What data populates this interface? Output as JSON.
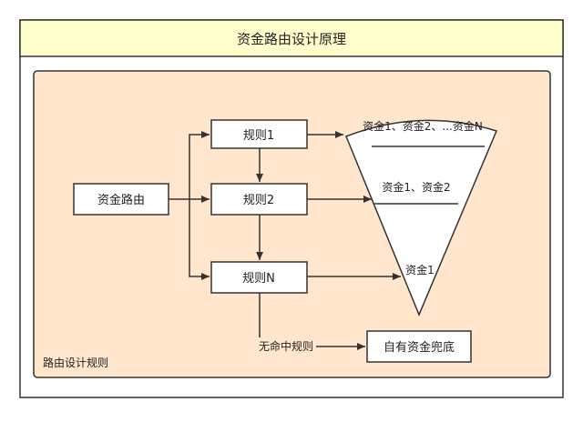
{
  "diagram": {
    "title": "资金路由设计原理",
    "container_label": "路由设计规则",
    "nodes": {
      "source": "资金路由",
      "rule1": "规则1",
      "rule2": "规则2",
      "ruleN": "规则N",
      "fallback": "自有资金兜底"
    },
    "funnel": {
      "level1": "资金1、资金2、...资金N",
      "level2": "资金1、资金2",
      "level3": "资金1"
    },
    "edge_label": "无命中规则",
    "colors": {
      "title_bg": "#FFFFCC",
      "container_bg": "#FFE6CC",
      "stroke": "#333333"
    }
  }
}
